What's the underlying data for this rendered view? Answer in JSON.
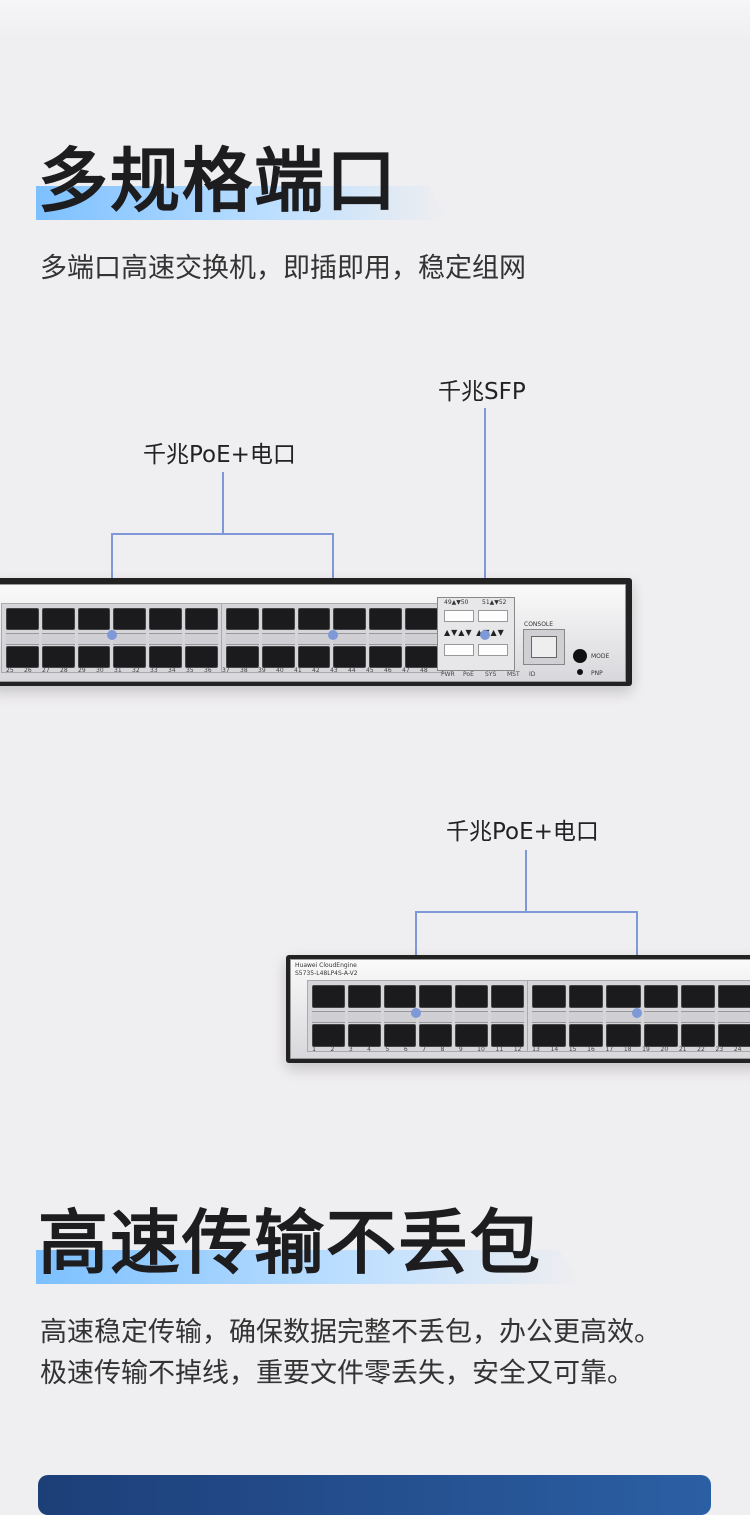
{
  "section1": {
    "title": "多规格端口",
    "subtitle": "多端口高速交换机，即插即用，稳定组网"
  },
  "diagram1": {
    "label_poe": "千兆PoE+电口",
    "label_sfp": "千兆SFP",
    "port_numbers": [
      "25",
      "26",
      "27",
      "28",
      "29",
      "30",
      "31",
      "32",
      "33",
      "34",
      "35",
      "36",
      "37",
      "38",
      "39",
      "40",
      "41",
      "42",
      "43",
      "44",
      "45",
      "46",
      "47",
      "48"
    ],
    "sfp_top_labels": [
      "49▲▼50",
      "51▲▼52"
    ],
    "console_label": "CONSOLE",
    "indicators": [
      "PWR",
      "PoE",
      "SYS",
      "MST",
      "ID"
    ],
    "mode_label": "MODE",
    "pnp_label": "PNP"
  },
  "diagram2": {
    "label_poe": "千兆PoE+电口",
    "brand": "Huawei CloudEngine",
    "model": "S5735-L48LP4S-A-V2",
    "port_numbers": [
      "1",
      "2",
      "3",
      "4",
      "5",
      "6",
      "7",
      "8",
      "9",
      "10",
      "11",
      "12",
      "13",
      "14",
      "15",
      "16",
      "17",
      "18",
      "19",
      "20",
      "21",
      "22",
      "23",
      "24"
    ]
  },
  "section2": {
    "title": "高速传输不丢包",
    "line1": "高速稳定传输，确保数据完整不丢包，办公更高效。",
    "line2": "极速传输不掉线，重要文件零丢失，安全又可靠。"
  },
  "colors": {
    "accent_line": "#7f99d8",
    "highlight": "#7cc0ff",
    "footer_bar": "#1d3f78"
  }
}
